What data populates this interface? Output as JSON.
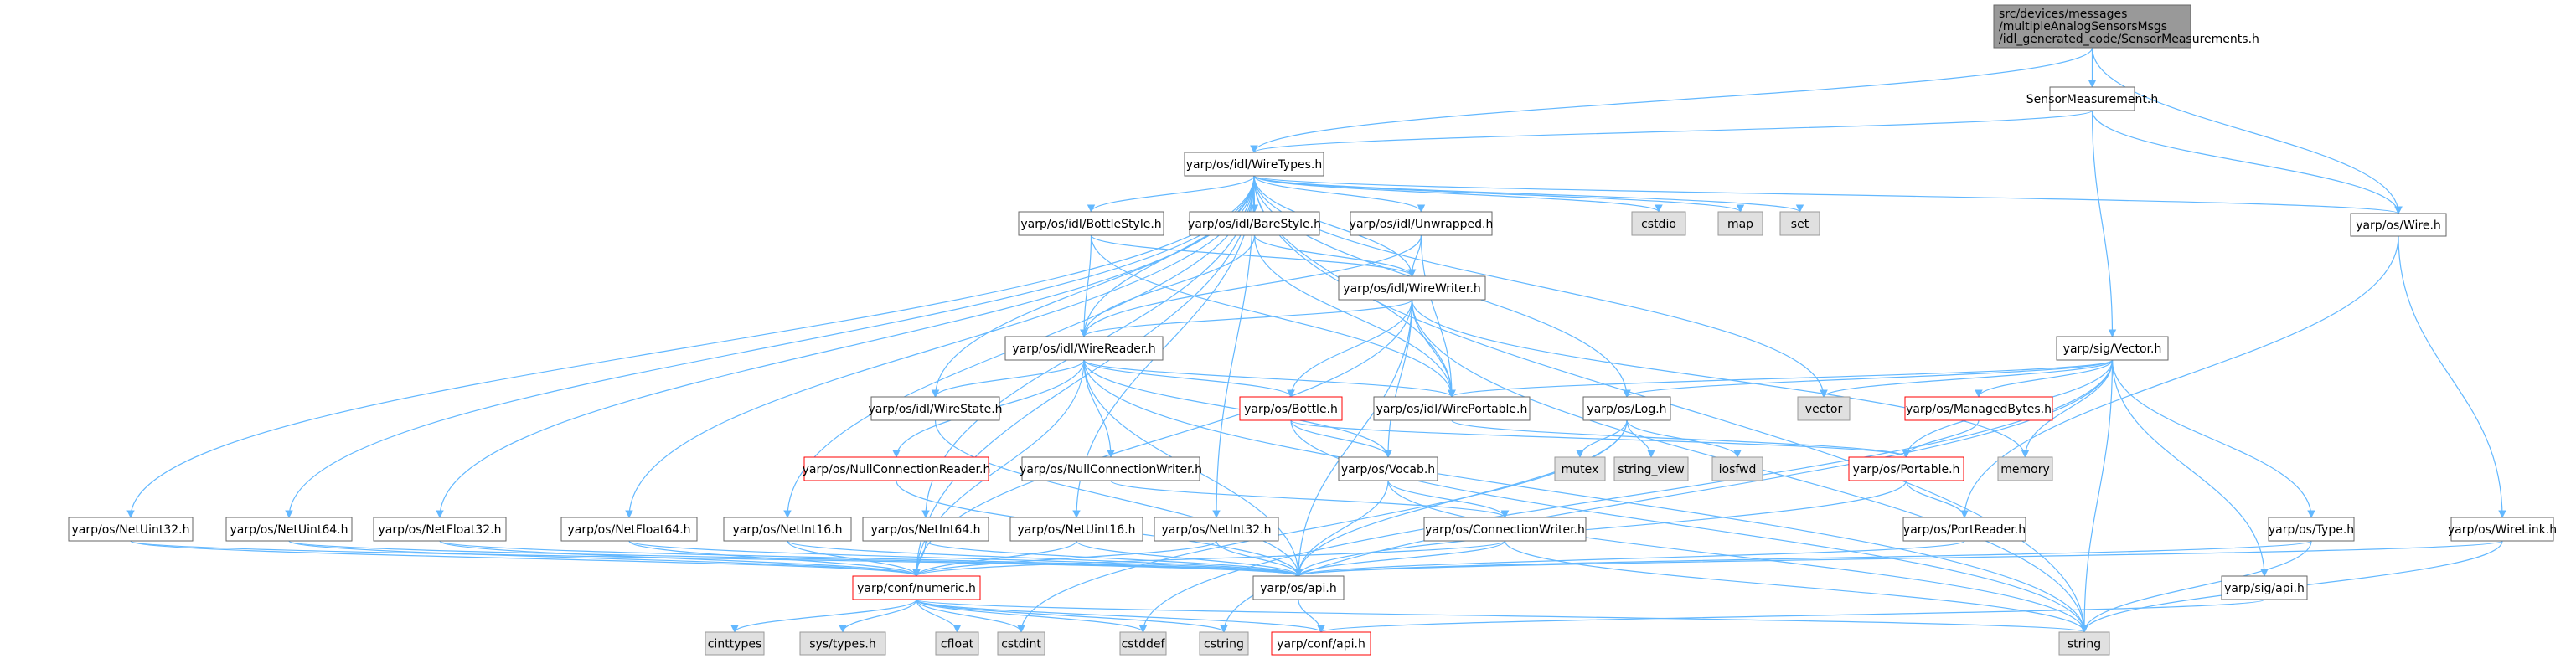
{
  "graph": {
    "root": {
      "lines": [
        "src/devices/messages",
        "/multipleAnalogSensorsMsgs",
        "/idl_generated_code/SensorMeasurements.h"
      ]
    },
    "nodes": [
      {
        "id": "sensormeasurement",
        "label": "SensorMeasurement.h",
        "kind": "normal"
      },
      {
        "id": "wiretypes",
        "label": "yarp/os/idl/WireTypes.h",
        "kind": "normal"
      },
      {
        "id": "wire",
        "label": "yarp/os/Wire.h",
        "kind": "normal"
      },
      {
        "id": "bottlestyle",
        "label": "yarp/os/idl/BottleStyle.h",
        "kind": "normal"
      },
      {
        "id": "barestyle",
        "label": "yarp/os/idl/BareStyle.h",
        "kind": "normal"
      },
      {
        "id": "unwrapped",
        "label": "yarp/os/idl/Unwrapped.h",
        "kind": "normal"
      },
      {
        "id": "cstdio",
        "label": "cstdio",
        "kind": "system"
      },
      {
        "id": "map",
        "label": "map",
        "kind": "system"
      },
      {
        "id": "set",
        "label": "set",
        "kind": "system"
      },
      {
        "id": "wirewriter",
        "label": "yarp/os/idl/WireWriter.h",
        "kind": "normal"
      },
      {
        "id": "wirereader",
        "label": "yarp/os/idl/WireReader.h",
        "kind": "normal"
      },
      {
        "id": "sigvector",
        "label": "yarp/sig/Vector.h",
        "kind": "normal"
      },
      {
        "id": "wirestate",
        "label": "yarp/os/idl/WireState.h",
        "kind": "normal"
      },
      {
        "id": "bottle",
        "label": "yarp/os/Bottle.h",
        "kind": "truncated"
      },
      {
        "id": "wireportable",
        "label": "yarp/os/idl/WirePortable.h",
        "kind": "normal"
      },
      {
        "id": "log",
        "label": "yarp/os/Log.h",
        "kind": "normal"
      },
      {
        "id": "vector",
        "label": "vector",
        "kind": "system"
      },
      {
        "id": "managedbytes",
        "label": "yarp/os/ManagedBytes.h",
        "kind": "truncated"
      },
      {
        "id": "nullconnreader",
        "label": "yarp/os/NullConnectionReader.h",
        "kind": "truncated"
      },
      {
        "id": "nullconnwriter",
        "label": "yarp/os/NullConnectionWriter.h",
        "kind": "normal"
      },
      {
        "id": "mutex",
        "label": "mutex",
        "kind": "system"
      },
      {
        "id": "string_view",
        "label": "string_view",
        "kind": "system"
      },
      {
        "id": "iosfwd",
        "label": "iosfwd",
        "kind": "system"
      },
      {
        "id": "portable",
        "label": "yarp/os/Portable.h",
        "kind": "truncated"
      },
      {
        "id": "memory",
        "label": "memory",
        "kind": "system"
      },
      {
        "id": "vocab",
        "label": "yarp/os/Vocab.h",
        "kind": "normal"
      },
      {
        "id": "netuint32",
        "label": "yarp/os/NetUint32.h",
        "kind": "normal"
      },
      {
        "id": "netuint64",
        "label": "yarp/os/NetUint64.h",
        "kind": "normal"
      },
      {
        "id": "netfloat32",
        "label": "yarp/os/NetFloat32.h",
        "kind": "normal"
      },
      {
        "id": "netfloat64",
        "label": "yarp/os/NetFloat64.h",
        "kind": "normal"
      },
      {
        "id": "netint16",
        "label": "yarp/os/NetInt16.h",
        "kind": "normal"
      },
      {
        "id": "netint64",
        "label": "yarp/os/NetInt64.h",
        "kind": "normal"
      },
      {
        "id": "netuint16",
        "label": "yarp/os/NetUint16.h",
        "kind": "normal"
      },
      {
        "id": "netint32",
        "label": "yarp/os/NetInt32.h",
        "kind": "normal"
      },
      {
        "id": "connwriter",
        "label": "yarp/os/ConnectionWriter.h",
        "kind": "normal"
      },
      {
        "id": "portreader",
        "label": "yarp/os/PortReader.h",
        "kind": "normal"
      },
      {
        "id": "type",
        "label": "yarp/os/Type.h",
        "kind": "normal"
      },
      {
        "id": "wirelink",
        "label": "yarp/os/WireLink.h",
        "kind": "normal"
      },
      {
        "id": "numeric",
        "label": "yarp/conf/numeric.h",
        "kind": "truncated"
      },
      {
        "id": "osapi",
        "label": "yarp/os/api.h",
        "kind": "normal"
      },
      {
        "id": "sigapi",
        "label": "yarp/sig/api.h",
        "kind": "normal"
      },
      {
        "id": "cinttypes",
        "label": "cinttypes",
        "kind": "system"
      },
      {
        "id": "systypes",
        "label": "sys/types.h",
        "kind": "system"
      },
      {
        "id": "cfloat",
        "label": "cfloat",
        "kind": "system"
      },
      {
        "id": "cstdint",
        "label": "cstdint",
        "kind": "system"
      },
      {
        "id": "cstddef",
        "label": "cstddef",
        "kind": "system"
      },
      {
        "id": "cstring",
        "label": "cstring",
        "kind": "system"
      },
      {
        "id": "confapi",
        "label": "yarp/conf/api.h",
        "kind": "truncated"
      },
      {
        "id": "string",
        "label": "string",
        "kind": "system"
      }
    ],
    "edges": [
      [
        "root",
        "wiretypes"
      ],
      [
        "root",
        "sensormeasurement"
      ],
      [
        "root",
        "wire"
      ],
      [
        "sensormeasurement",
        "wiretypes"
      ],
      [
        "sensormeasurement",
        "wire"
      ],
      [
        "sensormeasurement",
        "sigvector"
      ],
      [
        "wiretypes",
        "bottlestyle"
      ],
      [
        "wiretypes",
        "barestyle"
      ],
      [
        "wiretypes",
        "unwrapped"
      ],
      [
        "wiretypes",
        "cstdio"
      ],
      [
        "wiretypes",
        "map"
      ],
      [
        "wiretypes",
        "set"
      ],
      [
        "wiretypes",
        "wire"
      ],
      [
        "wiretypes",
        "wirewriter"
      ],
      [
        "wiretypes",
        "wirereader"
      ],
      [
        "wiretypes",
        "wirestate"
      ],
      [
        "wiretypes",
        "wireportable"
      ],
      [
        "wiretypes",
        "log"
      ],
      [
        "wiretypes",
        "vector"
      ],
      [
        "wiretypes",
        "string"
      ],
      [
        "wiretypes",
        "netuint32"
      ],
      [
        "wiretypes",
        "netuint64"
      ],
      [
        "wiretypes",
        "netfloat32"
      ],
      [
        "wiretypes",
        "netfloat64"
      ],
      [
        "wiretypes",
        "netint16"
      ],
      [
        "wiretypes",
        "netint64"
      ],
      [
        "wiretypes",
        "netuint16"
      ],
      [
        "wiretypes",
        "netint32"
      ],
      [
        "wiretypes",
        "numeric"
      ],
      [
        "bottlestyle",
        "wirewriter"
      ],
      [
        "bottlestyle",
        "wirereader"
      ],
      [
        "bottlestyle",
        "wireportable"
      ],
      [
        "barestyle",
        "wirewriter"
      ],
      [
        "barestyle",
        "wirereader"
      ],
      [
        "barestyle",
        "wireportable"
      ],
      [
        "unwrapped",
        "wirewriter"
      ],
      [
        "unwrapped",
        "wirereader"
      ],
      [
        "unwrapped",
        "wireportable"
      ],
      [
        "wirewriter",
        "wirereader"
      ],
      [
        "wirewriter",
        "bottle"
      ],
      [
        "wirewriter",
        "wireportable"
      ],
      [
        "wirewriter",
        "vocab"
      ],
      [
        "wirewriter",
        "numeric"
      ],
      [
        "wirewriter",
        "osapi"
      ],
      [
        "wirewriter",
        "string"
      ],
      [
        "wirewriter",
        "memory"
      ],
      [
        "wirereader",
        "wirestate"
      ],
      [
        "wirereader",
        "bottle"
      ],
      [
        "wirereader",
        "wireportable"
      ],
      [
        "wirereader",
        "nullconnreader"
      ],
      [
        "wirereader",
        "nullconnwriter"
      ],
      [
        "wirereader",
        "vocab"
      ],
      [
        "wirereader",
        "numeric"
      ],
      [
        "wirereader",
        "osapi"
      ],
      [
        "wirereader",
        "string"
      ],
      [
        "wirestate",
        "osapi"
      ],
      [
        "bottle",
        "vocab"
      ],
      [
        "bottle",
        "portable"
      ],
      [
        "bottle",
        "string"
      ],
      [
        "wireportable",
        "portable"
      ],
      [
        "log",
        "mutex"
      ],
      [
        "log",
        "string_view"
      ],
      [
        "log",
        "iosfwd"
      ],
      [
        "log",
        "osapi"
      ],
      [
        "log",
        "cstdint"
      ],
      [
        "sigvector",
        "log"
      ],
      [
        "sigvector",
        "vector"
      ],
      [
        "sigvector",
        "managedbytes"
      ],
      [
        "sigvector",
        "memory"
      ],
      [
        "sigvector",
        "portable"
      ],
      [
        "sigvector",
        "type"
      ],
      [
        "sigvector",
        "sigapi"
      ],
      [
        "sigvector",
        "string"
      ],
      [
        "sigvector",
        "cstddef"
      ],
      [
        "sigvector",
        "cstring"
      ],
      [
        "sigvector",
        "wireportable"
      ],
      [
        "managedbytes",
        "portable"
      ],
      [
        "nullconnreader",
        "osapi"
      ],
      [
        "nullconnwriter",
        "connwriter"
      ],
      [
        "portable",
        "portreader"
      ],
      [
        "portable",
        "osapi"
      ],
      [
        "vocab",
        "connwriter"
      ],
      [
        "vocab",
        "osapi"
      ],
      [
        "vocab",
        "string"
      ],
      [
        "netuint32",
        "numeric"
      ],
      [
        "netuint32",
        "osapi"
      ],
      [
        "netuint64",
        "numeric"
      ],
      [
        "netuint64",
        "osapi"
      ],
      [
        "netfloat32",
        "numeric"
      ],
      [
        "netfloat32",
        "osapi"
      ],
      [
        "netfloat64",
        "numeric"
      ],
      [
        "netfloat64",
        "osapi"
      ],
      [
        "netint16",
        "numeric"
      ],
      [
        "netint16",
        "osapi"
      ],
      [
        "netint64",
        "numeric"
      ],
      [
        "netint64",
        "osapi"
      ],
      [
        "netuint16",
        "numeric"
      ],
      [
        "netuint16",
        "osapi"
      ],
      [
        "netint32",
        "numeric"
      ],
      [
        "netint32",
        "osapi"
      ],
      [
        "connwriter",
        "numeric"
      ],
      [
        "connwriter",
        "osapi"
      ],
      [
        "connwriter",
        "string"
      ],
      [
        "portreader",
        "osapi"
      ],
      [
        "type",
        "osapi"
      ],
      [
        "type",
        "string"
      ],
      [
        "wire",
        "portreader"
      ],
      [
        "wire",
        "wirelink"
      ],
      [
        "wirelink",
        "osapi"
      ],
      [
        "wirelink",
        "string"
      ],
      [
        "numeric",
        "cinttypes"
      ],
      [
        "numeric",
        "systypes"
      ],
      [
        "numeric",
        "cfloat"
      ],
      [
        "numeric",
        "cstdint"
      ],
      [
        "numeric",
        "cstddef"
      ],
      [
        "numeric",
        "cstring"
      ],
      [
        "numeric",
        "confapi"
      ],
      [
        "numeric",
        "string"
      ],
      [
        "osapi",
        "confapi"
      ],
      [
        "sigapi",
        "confapi"
      ]
    ]
  }
}
